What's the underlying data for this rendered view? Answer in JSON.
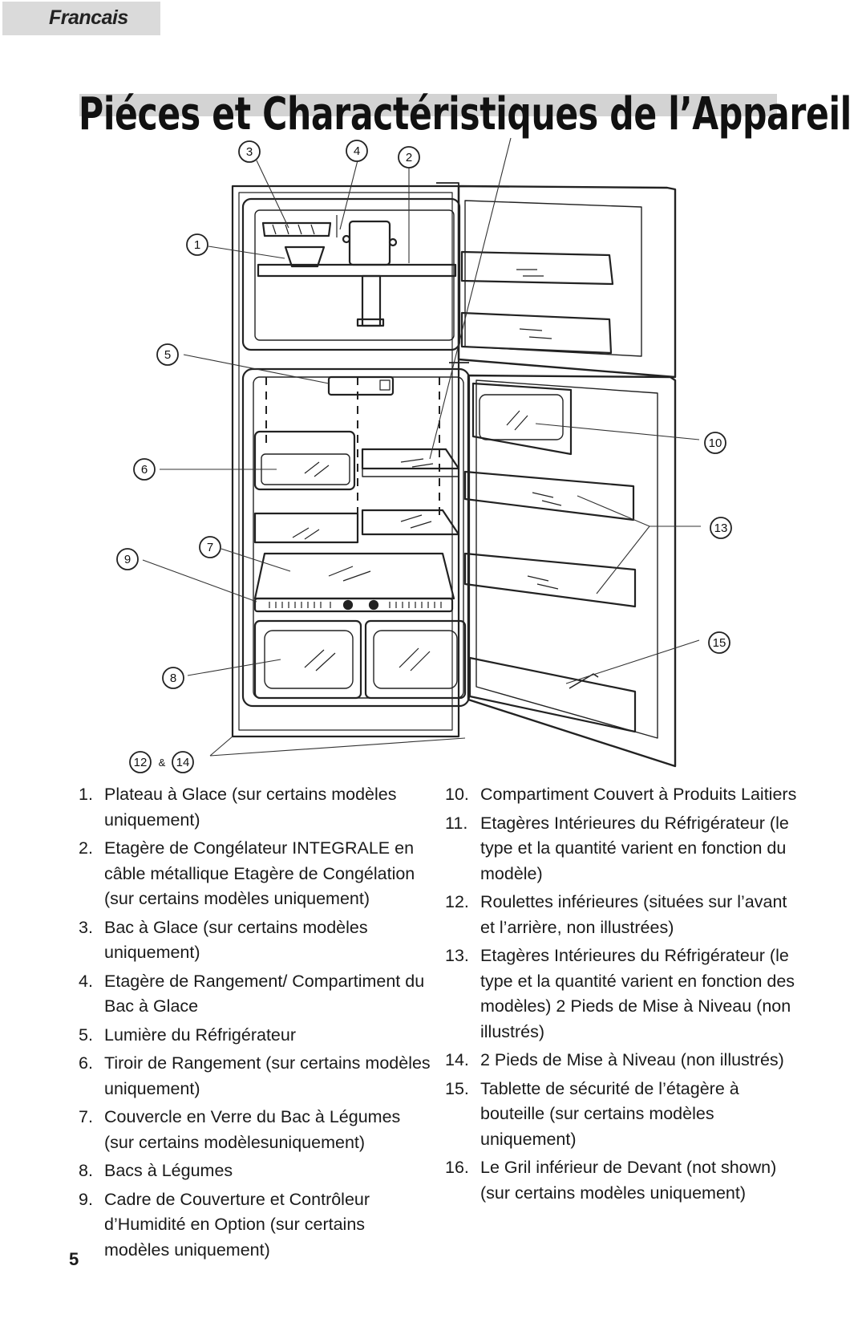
{
  "header": {
    "language": "Francais"
  },
  "title": "Piéces et Charactéristiques de l’Appareil",
  "callouts": {
    "c1": "1",
    "c2": "2",
    "c3": "3",
    "c4": "4",
    "c5": "5",
    "c6": "6",
    "c7": "7",
    "c8": "8",
    "c9": "9",
    "c10": "10",
    "c13": "13",
    "c15": "15",
    "c12": "12",
    "amp": "&",
    "c14": "14"
  },
  "parts_left": [
    {
      "num": "1.",
      "text": "Plateau à Glace (sur certains modèles uniquement)"
    },
    {
      "num": "2.",
      "text": "Etagère de Congélateur INTEGRALE en câble métallique Etagère de Congélation (sur certains modèles uniquement)"
    },
    {
      "num": "3.",
      "text": "Bac à Glace (sur certains modèles uniquement)"
    },
    {
      "num": "4.",
      "text": "Etagère de Rangement/ Compartiment du Bac à Glace"
    },
    {
      "num": "5.",
      "text": "Lumière du Réfrigérateur"
    },
    {
      "num": "6.",
      "text": "Tiroir de Rangement (sur certains modèles uniquement)"
    },
    {
      "num": "7.",
      "text": "Couvercle en Verre du Bac à Légumes (sur certains modèlesuniquement)"
    },
    {
      "num": "8.",
      "text": "Bacs à Légumes"
    },
    {
      "num": "9.",
      "text": "Cadre de Couverture et Contrôleur d’Humidité en Option (sur certains modèles uniquement)"
    }
  ],
  "parts_right": [
    {
      "num": "10.",
      "text": "Compartiment Couvert à Produits Laitiers"
    },
    {
      "num": "11.",
      "text": "Etagères Intérieures du Réfrigérateur (le type et la quantité varient en fonction du modèle)"
    },
    {
      "num": "12.",
      "text": "Roulettes inférieures (situées sur l’avant et l’arrière, non illustrées)"
    },
    {
      "num": "13.",
      "text": "Etagères Intérieures du Réfrigérateur (le type et la quantité varient en fonction des modèles) 2 Pieds de Mise à Niveau (non illustrés)"
    },
    {
      "num": "14.",
      "text": "2 Pieds de Mise à Niveau (non illustrés)"
    },
    {
      "num": "15.",
      "text": "Tablette de sécurité de l’étagère à bouteille (sur certains modèles uniquement)"
    },
    {
      "num": "16.",
      "text": "Le Gril inférieur de Devant (not shown) (sur certains modèles uniquement)"
    }
  ],
  "page_number": "5"
}
